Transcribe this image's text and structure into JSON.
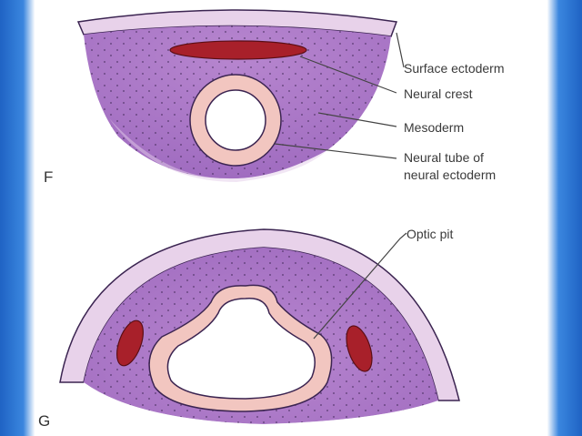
{
  "panels": {
    "top": {
      "letter": "F"
    },
    "bottom": {
      "letter": "G"
    }
  },
  "labels": {
    "surface_ectoderm": "Surface ectoderm",
    "neural_crest": "Neural crest",
    "mesoderm": "Mesoderm",
    "neural_tube_line1": "Neural tube of",
    "neural_tube_line2": "neural ectoderm",
    "optic_pit": "Optic pit"
  },
  "colors": {
    "ectoderm": "#e7cfe8",
    "mesoderm": "#a874c4",
    "neural_crest": "#a8202a",
    "neural_tube": "#f2c6c0",
    "outline": "#3b2451",
    "leader": "#444444"
  }
}
